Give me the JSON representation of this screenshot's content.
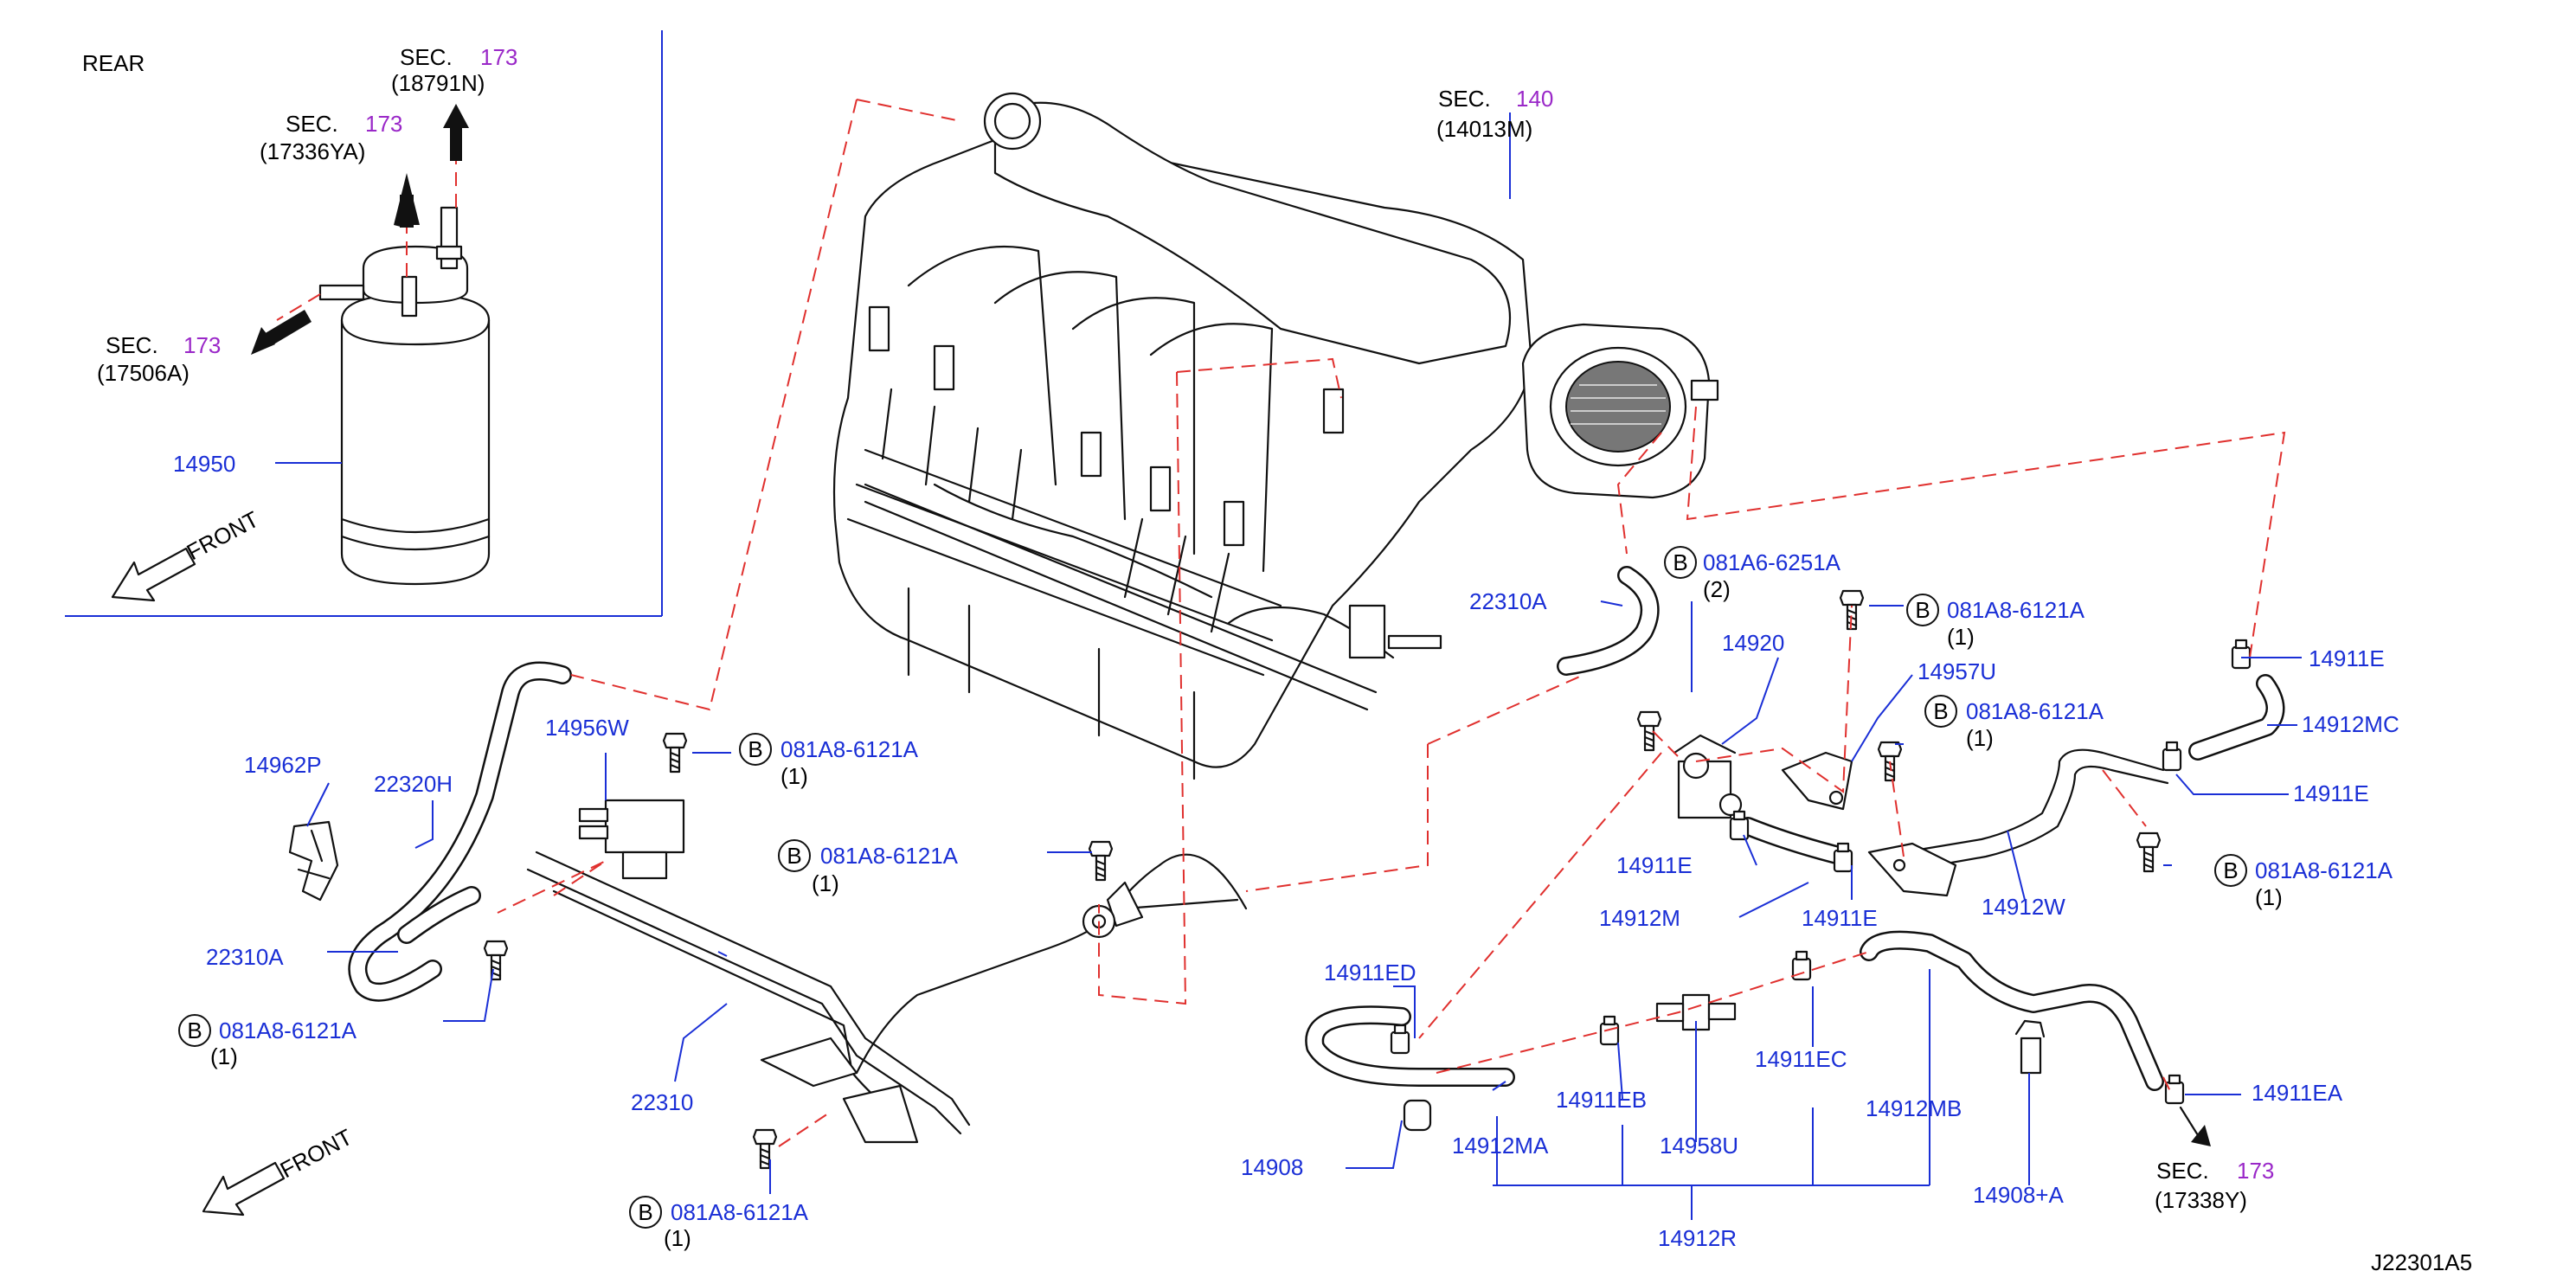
{
  "diagram_id": "J22301A5",
  "inset": {
    "view_label": "REAR",
    "front_label": "FRONT",
    "canister_part": "14950",
    "refs": [
      {
        "sec_word": "SEC.",
        "sec_num": "173",
        "code": "(18791N)"
      },
      {
        "sec_word": "SEC.",
        "sec_num": "173",
        "code": "(17336YA)"
      },
      {
        "sec_word": "SEC.",
        "sec_num": "173",
        "code": "(17506A)"
      }
    ]
  },
  "main_front_label": "FRONT",
  "sec_refs": [
    {
      "sec_word": "SEC.",
      "sec_num": "140",
      "code": "(14013M)"
    },
    {
      "sec_word": "SEC.",
      "sec_num": "173",
      "code": "(17338Y)"
    }
  ],
  "bolt_callouts": [
    {
      "symbol": "B",
      "part": "081A6-6251A",
      "qty": "(2)"
    },
    {
      "symbol": "B",
      "part": "081A8-6121A",
      "qty": "(1)"
    },
    {
      "symbol": "B",
      "part": "081A8-6121A",
      "qty": "(1)"
    },
    {
      "symbol": "B",
      "part": "081A8-6121A",
      "qty": "(1)"
    },
    {
      "symbol": "B",
      "part": "081A8-6121A",
      "qty": "(1)"
    },
    {
      "symbol": "B",
      "part": "081A8-6121A",
      "qty": "(1)"
    },
    {
      "symbol": "B",
      "part": "081A8-6121A",
      "qty": "(1)"
    },
    {
      "symbol": "B",
      "part": "081A8-6121A",
      "qty": "(1)"
    }
  ],
  "part_labels": {
    "p22310A_top": "22310A",
    "p14920": "14920",
    "p14957U": "14957U",
    "p14911E_a": "14911E",
    "p14912MC": "14912MC",
    "p14911E_b": "14911E",
    "p14911E_c": "14911E",
    "p14912M": "14912M",
    "p14911E_d": "14911E",
    "p14912W": "14912W",
    "p14962P": "14962P",
    "p22320H": "22320H",
    "p14956W": "14956W",
    "p22310A_left": "22310A",
    "p22310": "22310",
    "p14911ED": "14911ED",
    "p14908": "14908",
    "p14912MA": "14912MA",
    "p14911EB": "14911EB",
    "p14958U": "14958U",
    "p14911EC": "14911EC",
    "p14912MB": "14912MB",
    "p14908A": "14908+A",
    "p14911EA": "14911EA",
    "p14912R": "14912R"
  },
  "colors": {
    "part_number": "#1a2fd6",
    "section_number": "#9a28c8",
    "dashed_guide": "#e0302e",
    "line_art": "#111111"
  }
}
